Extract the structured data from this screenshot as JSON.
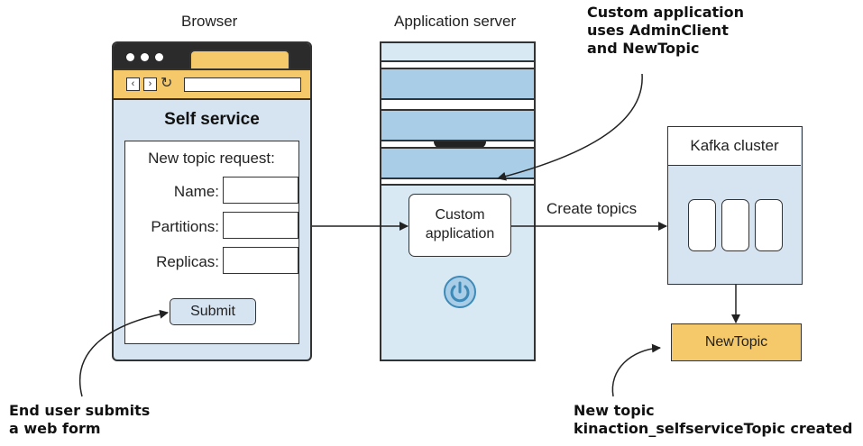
{
  "labels": {
    "browser": "Browser",
    "server": "Application server"
  },
  "browser": {
    "title": "Self service",
    "form_title": "New topic request:",
    "fields": [
      {
        "label": "Name:"
      },
      {
        "label": "Partitions:"
      },
      {
        "label": "Replicas:"
      }
    ],
    "submit_label": "Submit"
  },
  "server": {
    "app_line1": "Custom",
    "app_line2": "application"
  },
  "arrow_label": "Create topics",
  "kafka": {
    "title": "Kafka cluster",
    "new_topic": "NewTopic"
  },
  "callouts": {
    "top": [
      "Custom application",
      "uses AdminClient",
      "and NewTopic"
    ],
    "left": [
      "End user submits",
      "a web form"
    ],
    "right": [
      "New topic",
      "kinaction_selfserviceTopic created"
    ]
  },
  "icons": {
    "nav_back": "chevron-left-icon",
    "nav_forward": "chevron-right-icon",
    "refresh": "refresh-icon",
    "power": "power-icon"
  },
  "colors": {
    "browser_bg": "#d6e4f2",
    "toolbar": "#f5c96a",
    "server": "#a9cde6",
    "new_topic": "#f5c96a"
  }
}
